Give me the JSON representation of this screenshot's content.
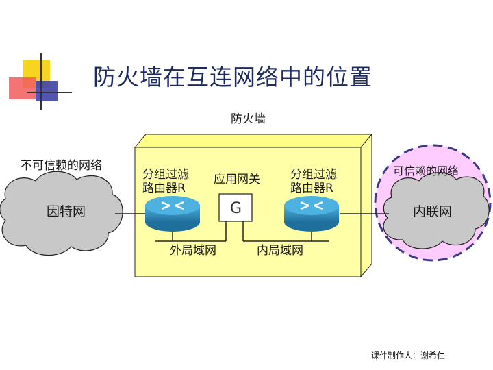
{
  "slide": {
    "title": "防火墙在互连网络中的位置",
    "firewall_label": "防火墙",
    "untrusted_label": "不可信赖的网络",
    "trusted_label": "可信赖的网络",
    "internet_label": "因特网",
    "intranet_label": "内联网",
    "left_router_line1": "分组过滤",
    "left_router_line2": "路由器R",
    "right_router_line1": "分组过滤",
    "right_router_line2": "路由器R",
    "app_gateway_label": "应用网关",
    "gateway_letter": "G",
    "outer_lan_label": "外局域网",
    "inner_lan_label": "内局域网",
    "credit": "课件制作人：谢希仁"
  },
  "colors": {
    "title": "#1d2b5e",
    "firewall_fill": "#ffffa8",
    "firewall_top": "#ffff88",
    "firewall_side": "#ffffa0",
    "cloud": "#c8c8c8",
    "trusted_fill": "#ffccff",
    "trusted_border": "#3a3a8a",
    "router": "#2a8fc4",
    "deco_yellow": "#f7d51e",
    "deco_red": "#f25c5c",
    "deco_blue": "#3f44a8"
  }
}
